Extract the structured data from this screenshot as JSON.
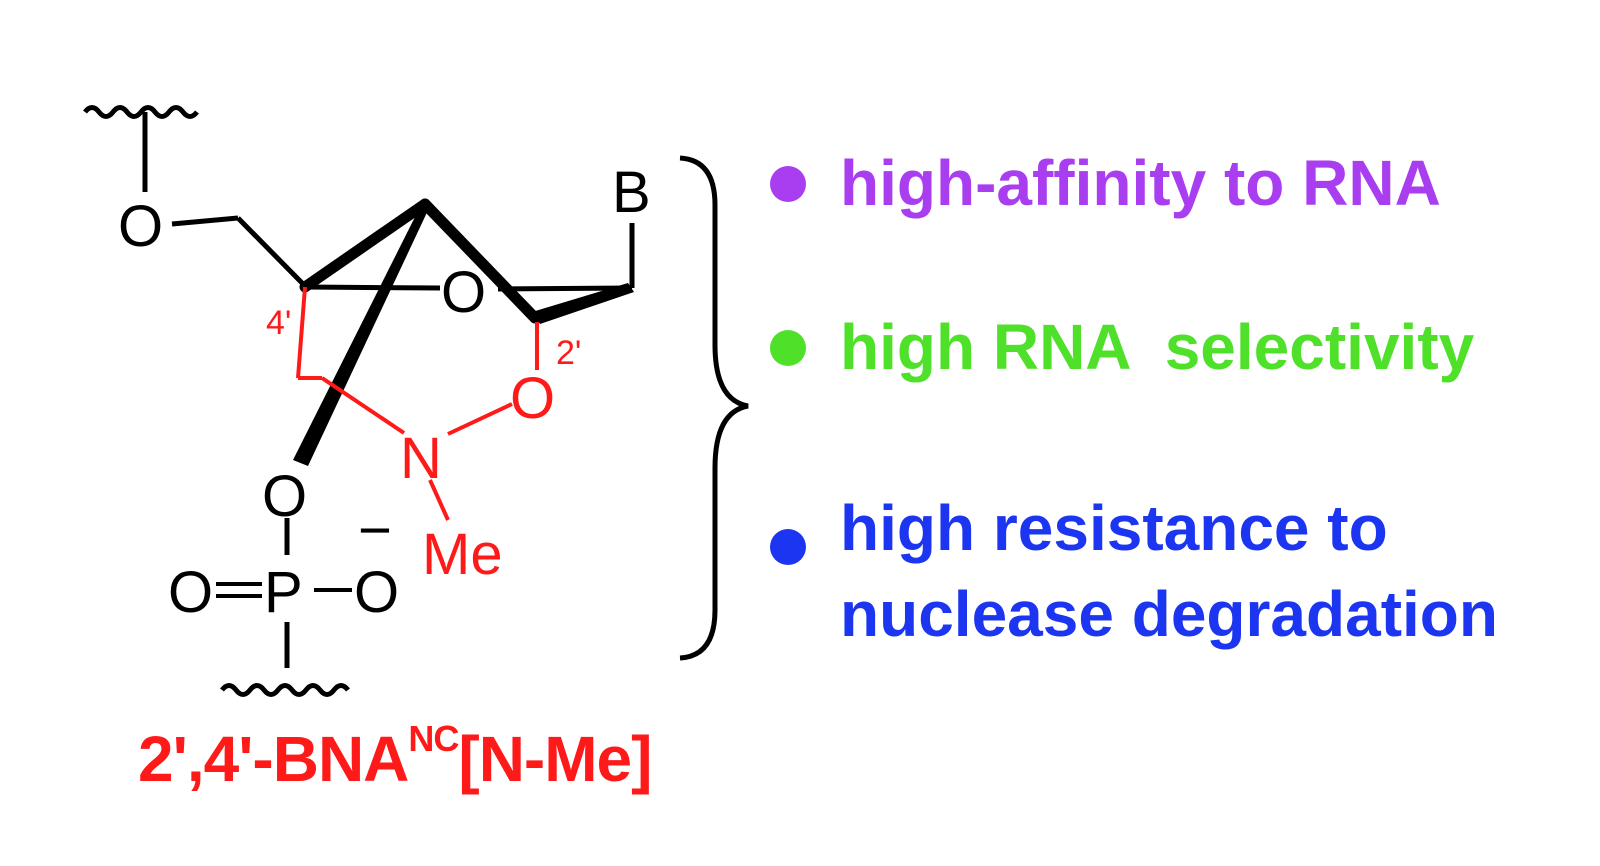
{
  "structure": {
    "atoms": {
      "base": "B",
      "ring_oxygen": "O",
      "oxygen_5prime": "O",
      "oxygen_3prime": "O",
      "oxygen_2prime": "O",
      "nitrogen": "N",
      "methyl": "Me",
      "phosphorus": "P",
      "phosphate_double_o": "O",
      "phosphate_anion_o": "O",
      "phosphate_charge": "−",
      "label_4prime": "4'",
      "label_2prime": "2'"
    }
  },
  "compound_name": {
    "main": "2',4'-BNA",
    "superscript": "NC",
    "suffix": "[N-Me]"
  },
  "features": [
    {
      "text": "high-affinity to RNA",
      "color": "#a93df0"
    },
    {
      "text": "high RNA  selectivity",
      "color": "#4fe02a"
    },
    {
      "line1": "high resistance to",
      "line2": "nuclease degradation",
      "color": "#1c35f0"
    }
  ]
}
